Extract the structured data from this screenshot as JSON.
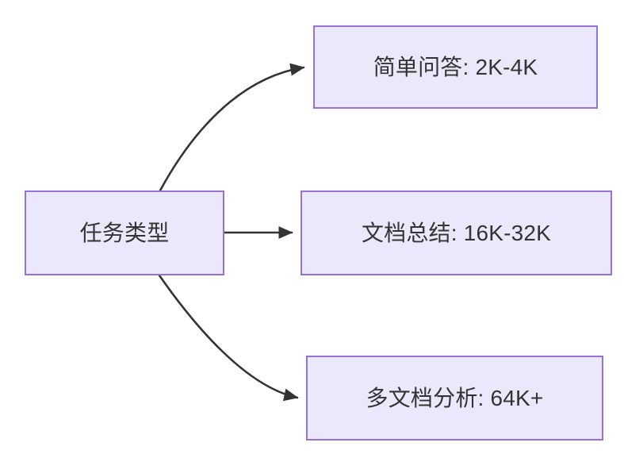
{
  "diagram": {
    "type": "flowchart",
    "orientation": "left-to-right",
    "background_color": "#ffffff",
    "node_fill_color": "#ebe8fb",
    "node_border_color": "#9672d6",
    "node_text_color": "#333333",
    "edge_color": "#333333",
    "nodes": [
      {
        "id": "source",
        "label": "任务类型"
      },
      {
        "id": "simple_qa",
        "label": "简单问答: 2K-4K"
      },
      {
        "id": "doc_sum",
        "label": "文档总结: 16K-32K"
      },
      {
        "id": "multi_doc",
        "label": "多文档分析: 64K+"
      }
    ],
    "edges": [
      {
        "from": "source",
        "to": "simple_qa",
        "style": "curved",
        "arrow": "arrowhead-icon",
        "label": ""
      },
      {
        "from": "source",
        "to": "doc_sum",
        "style": "straight",
        "arrow": "arrowhead-icon",
        "label": ""
      },
      {
        "from": "source",
        "to": "multi_doc",
        "style": "curved",
        "arrow": "arrowhead-icon",
        "label": ""
      }
    ]
  }
}
